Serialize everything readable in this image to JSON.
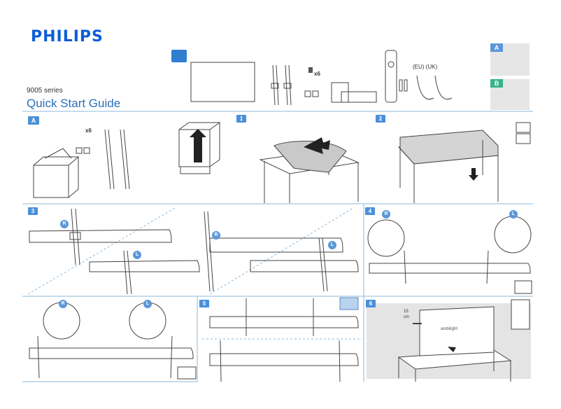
{
  "header": {
    "brand": "PHILIPS",
    "series": "9005 series",
    "title": "Quick Start Guide"
  },
  "accessories": {
    "screw_count": "x6",
    "remote_plug_labels": "(EU) (UK)"
  },
  "panel_tags": {
    "a": "A",
    "b": "B"
  },
  "steps": {
    "a": "A",
    "s1": "1",
    "s2": "2",
    "s3": "3",
    "s4": "4",
    "s5": "5",
    "s6": "6"
  },
  "step_a": {
    "screw_count": "x6"
  },
  "side_markers": {
    "r": "R",
    "l": "L"
  },
  "step6": {
    "distance": "15",
    "unit": "cm",
    "ambilight": "ambilight"
  },
  "colors": {
    "brand": "#0b5ed7",
    "accent": "#2b6fb5",
    "badge": "#4a90d9",
    "divider": "#8bb8de"
  }
}
